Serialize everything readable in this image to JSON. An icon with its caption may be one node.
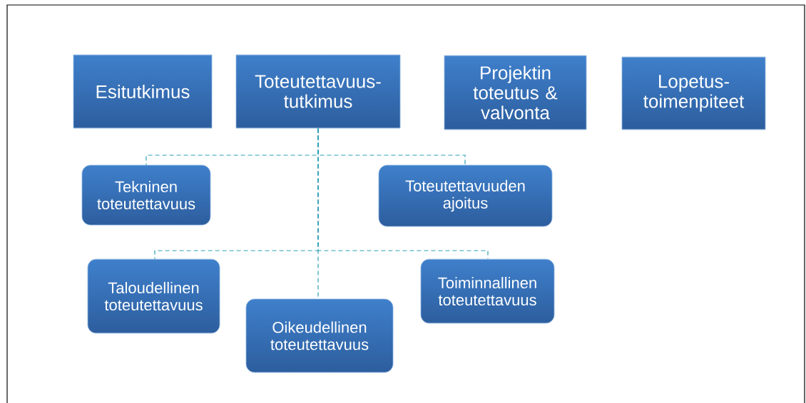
{
  "diagram": {
    "nodes": [
      {
        "text": [
          "Esitutkimus"
        ]
      },
      {
        "text": [
          "Toteutettavuus-tutkimus"
        ]
      },
      {
        "text": [
          "Projektin toteutus & valvonta"
        ]
      },
      {
        "text": [
          "Lopetus-toimenpiteet"
        ]
      },
      {
        "text": [
          "Tekninen toteutettavuus"
        ]
      },
      {
        "text": [
          "Toteutettavuuden ajoitus"
        ]
      },
      {
        "text": [
          "Taloudellinen toteutettavuus"
        ]
      },
      {
        "text": [
          "Oikeudellinen toteutettavuus"
        ]
      },
      {
        "text": [
          "Toiminnallinen toteutettavuus"
        ]
      }
    ],
    "edges": [
      {
        "from": 1,
        "to": 4,
        "arrow": "none",
        "style": "dashed"
      },
      {
        "from": 1,
        "to": 5,
        "arrow": "none",
        "style": "dashed"
      },
      {
        "from": 1,
        "to": 6,
        "arrow": "none",
        "style": "dashed"
      },
      {
        "from": 1,
        "to": 7,
        "arrow": "none",
        "style": "dashed"
      },
      {
        "from": 1,
        "to": 8,
        "arrow": "none",
        "style": "dashed"
      }
    ]
  }
}
